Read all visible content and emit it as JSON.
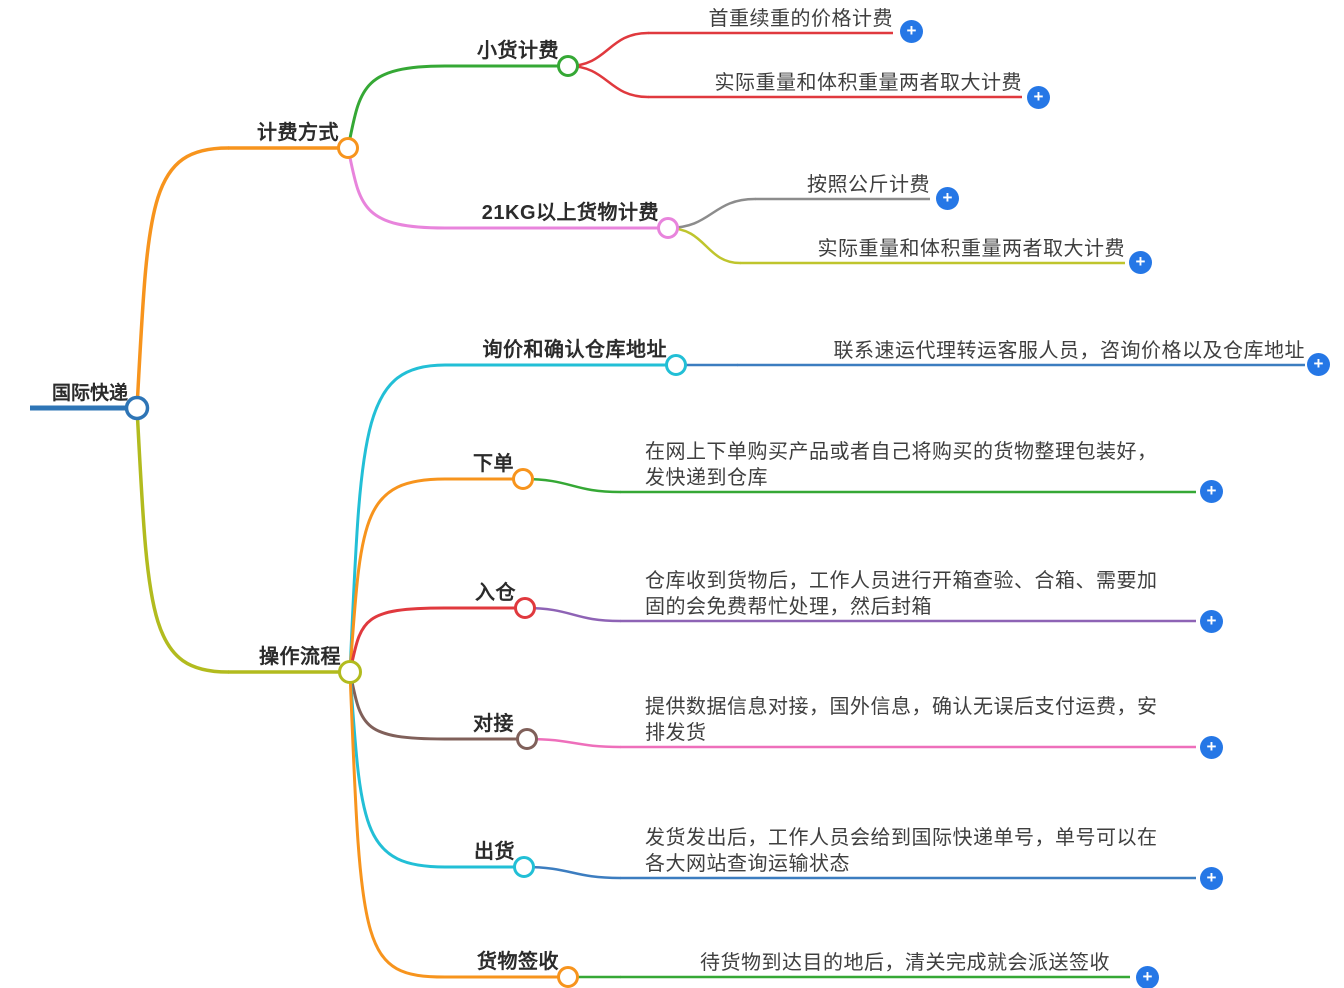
{
  "plus_button": {
    "glyph": "+",
    "color": "#2577E6"
  },
  "mindmap": {
    "root": {
      "label": "国际快递",
      "color": "#2E75B6"
    },
    "billing": {
      "label": "计费方式",
      "color": "#F7941D",
      "small_cargo": {
        "label": "小货计费",
        "color": "#35A835",
        "first_weight": {
          "label": "首重续重的价格计费",
          "color": "#E0393E"
        },
        "max_weight": {
          "label": "实际重量和体积重量两者取大计费",
          "color": "#E0393E"
        }
      },
      "over21kg": {
        "label": "21KG以上货物计费",
        "color": "#E884DC",
        "per_kg": {
          "label": "按照公斤计费",
          "color": "#8C8C8C"
        },
        "max_weight": {
          "label": "实际重量和体积重量两者取大计费",
          "color": "#BFC52D"
        }
      }
    },
    "process": {
      "label": "操作流程",
      "color": "#B2BB1E",
      "inquiry": {
        "label": "询价和确认仓库地址",
        "color": "#22BFD6",
        "detail": {
          "label": "联系速运代理转运客服人员，咨询价格以及仓库地址",
          "color": "#3C7DC0"
        }
      },
      "order": {
        "label": "下单",
        "color": "#F7941D",
        "detail": {
          "label": "在网上下单购买产品或者自己将购买的货物整理包装好，\n发快递到仓库",
          "color": "#35A835"
        }
      },
      "warehouse": {
        "label": "入仓",
        "color": "#E0393E",
        "detail": {
          "label": "仓库收到货物后，工作人员进行开箱查验、合箱、需要加\n固的会免费帮忙处理，然后封箱",
          "color": "#8E63B5"
        }
      },
      "docking": {
        "label": "对接",
        "color": "#80605A",
        "detail": {
          "label": "提供数据信息对接，国外信息，确认无误后支付运费，安\n排发货",
          "color": "#EE6FBB"
        }
      },
      "shipment": {
        "label": "出货",
        "color": "#22BFD6",
        "detail": {
          "label": "发货发出后，工作人员会给到国际快递单号，单号可以在\n各大网站查询运输状态",
          "color": "#3C7DC0"
        }
      },
      "sign": {
        "label": "货物签收",
        "color": "#F7941D",
        "detail": {
          "label": "待货物到达目的地后，清关完成就会派送签收",
          "color": "#35A835"
        }
      }
    }
  }
}
